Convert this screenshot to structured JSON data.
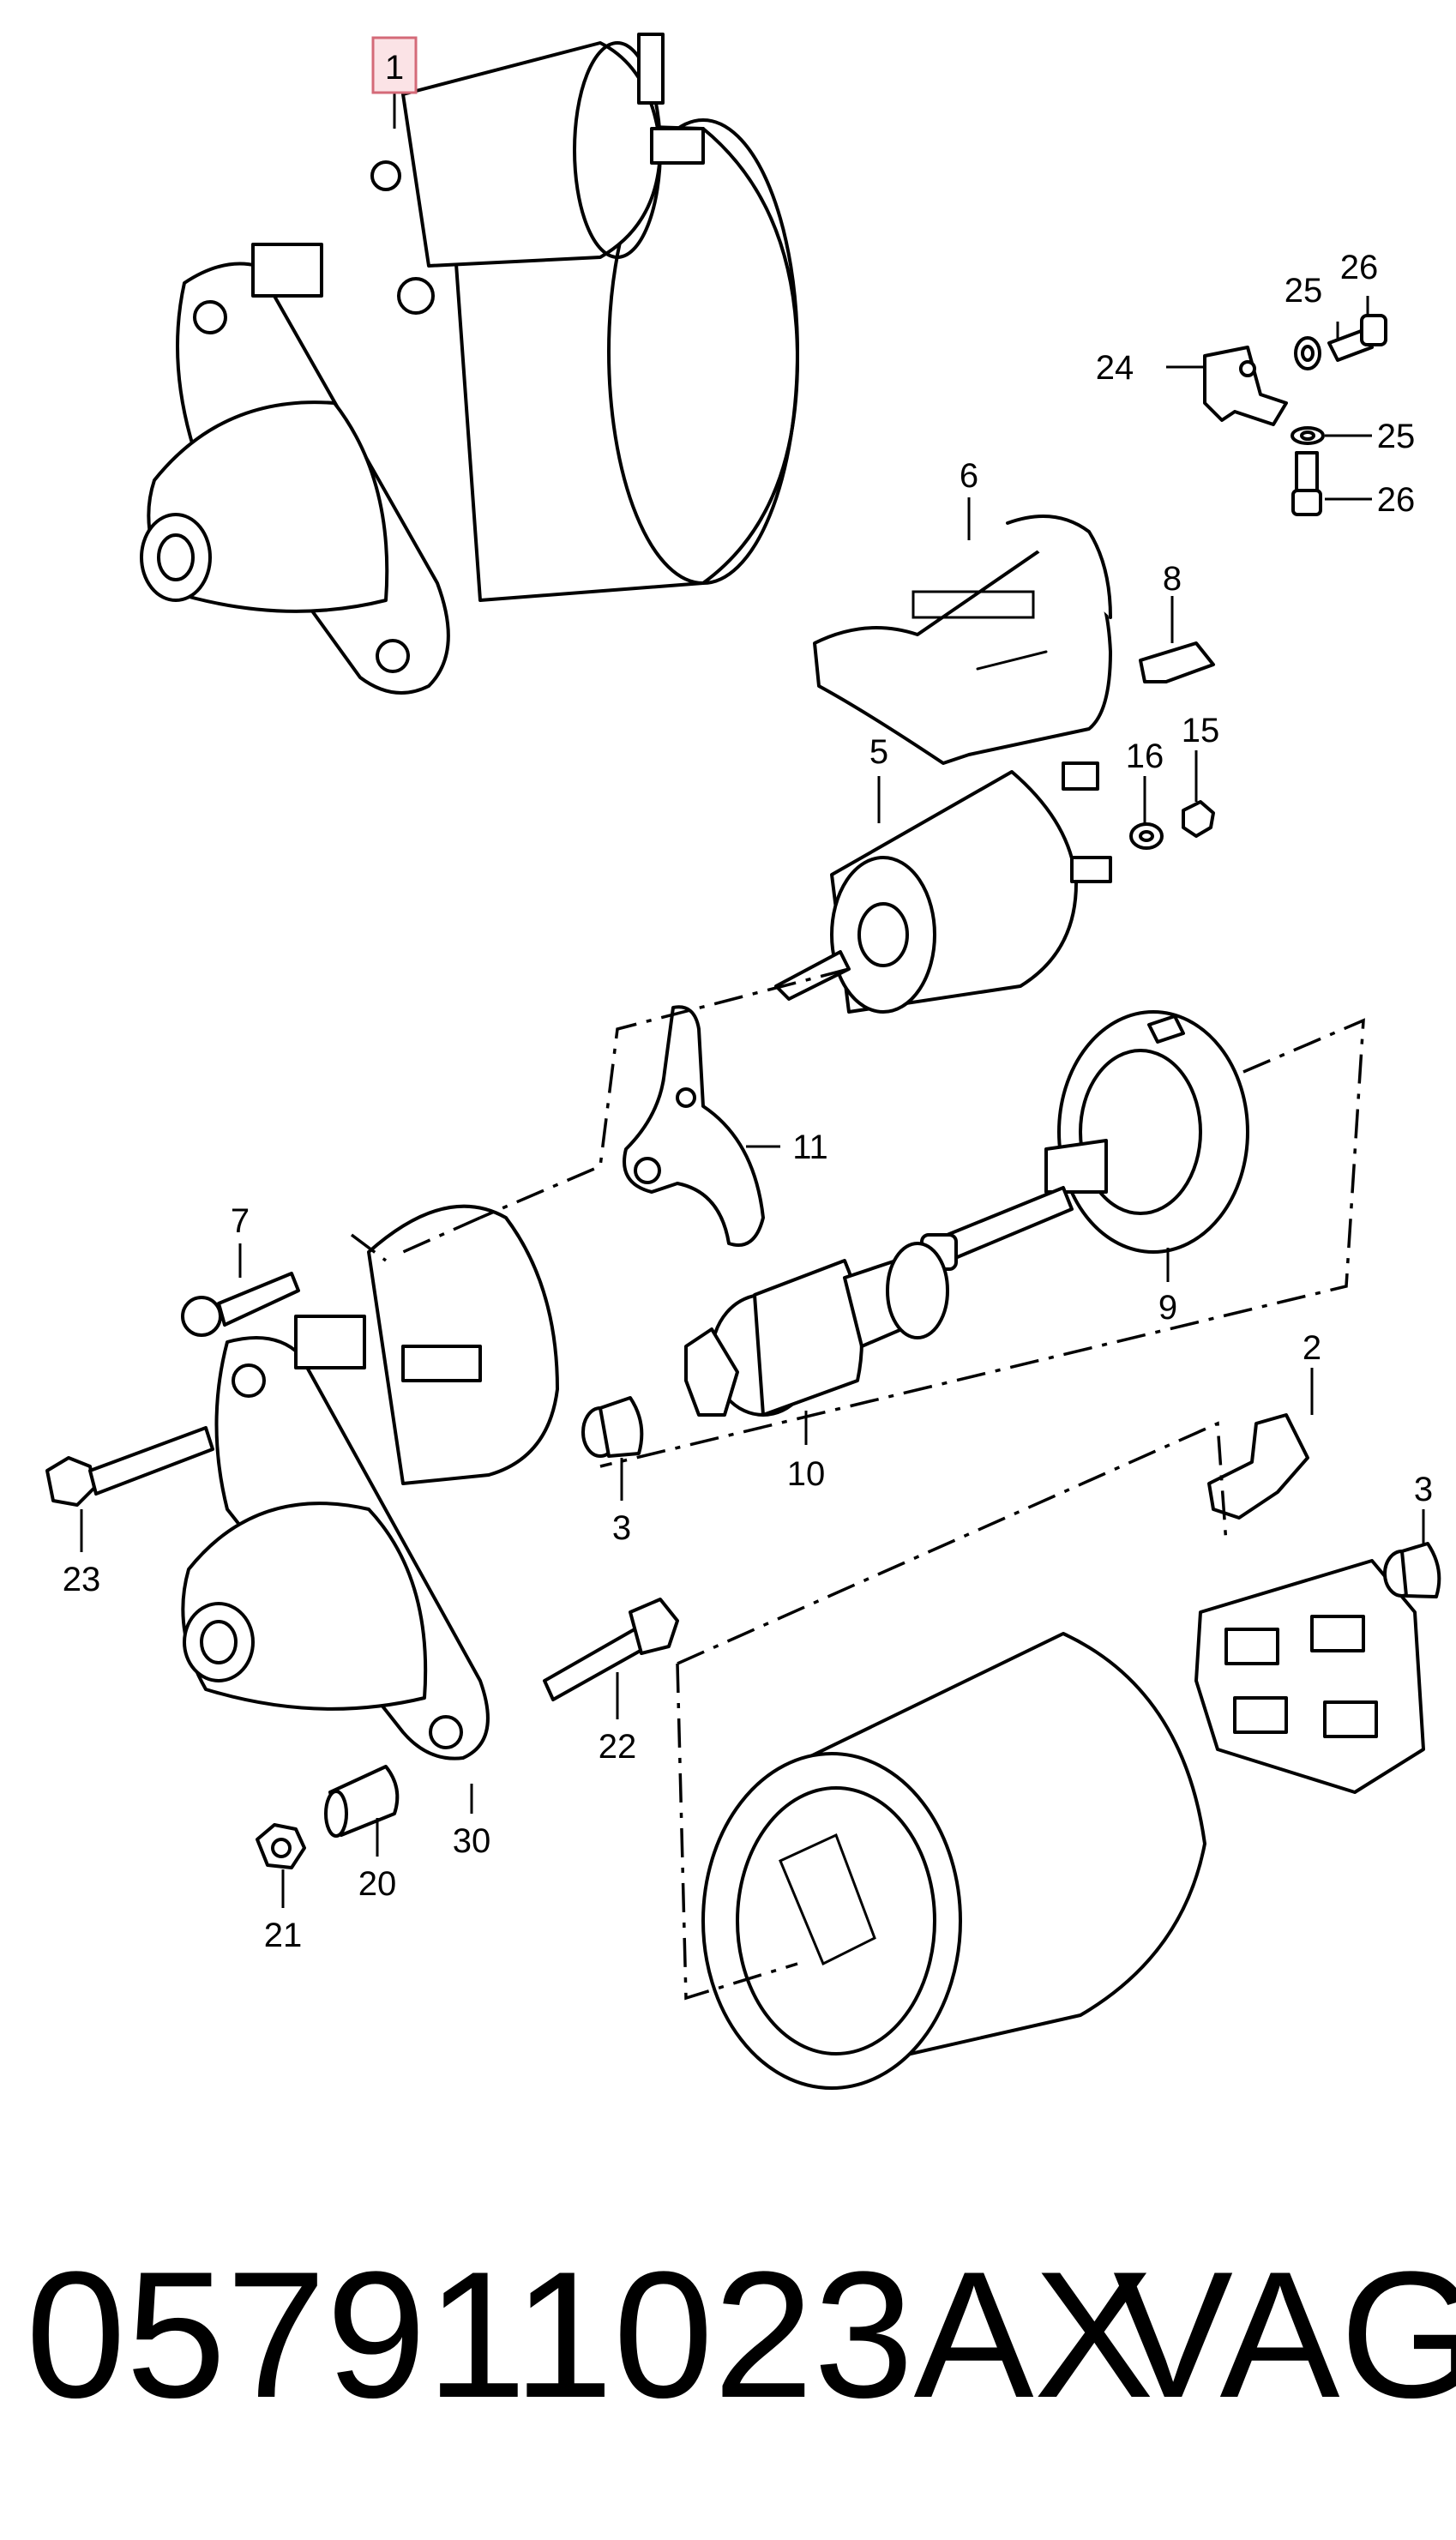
{
  "diagram": {
    "callouts": {
      "c1": "1",
      "c2": "2",
      "c3a": "3",
      "c3b": "3",
      "c5": "5",
      "c6": "6",
      "c7": "7",
      "c8": "8",
      "c9": "9",
      "c10": "10",
      "c11": "11",
      "c15": "15",
      "c16": "16",
      "c20": "20",
      "c21": "21",
      "c22": "22",
      "c23": "23",
      "c24": "24",
      "c25a": "25",
      "c25b": "25",
      "c26a": "26",
      "c26b": "26",
      "c30": "30"
    },
    "highlighted_callout": "1",
    "highlight_color": "#d46a78"
  },
  "footer": {
    "part_number": "057911023AX",
    "brand": "VAG"
  }
}
